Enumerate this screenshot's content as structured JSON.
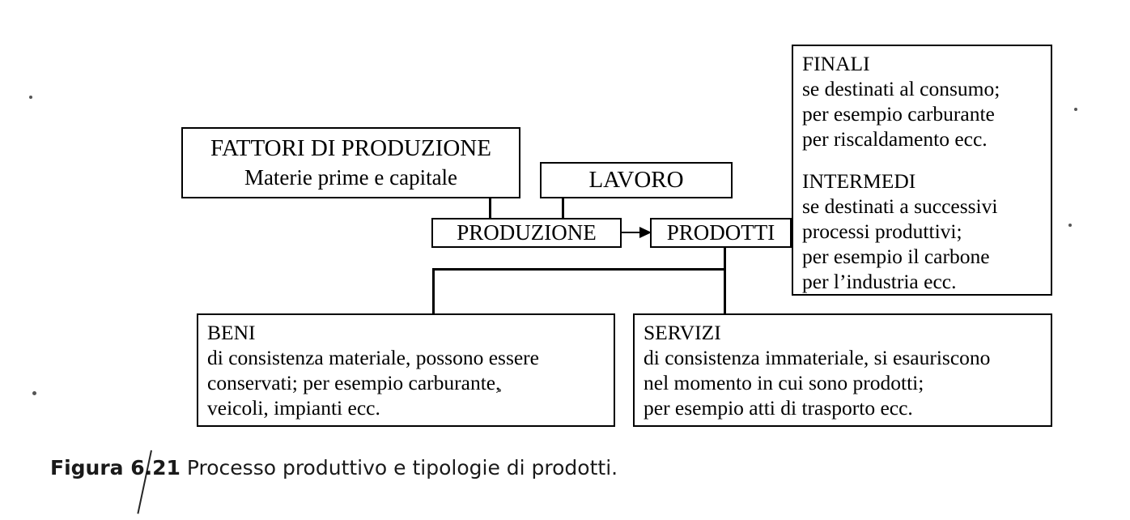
{
  "figure": {
    "caption_label": "Figura 6.21",
    "caption_text": " Processo produttivo e tipologie di prodotti."
  },
  "nodes": {
    "fattori": {
      "title": "FATTORI DI PRODUZIONE",
      "subtitle": "Materie prime e capitale"
    },
    "lavoro": {
      "title": "LAVORO"
    },
    "produzione": {
      "title": "PRODUZIONE"
    },
    "prodotti": {
      "title": "PRODOTTI"
    },
    "tipologie": {
      "finali": {
        "title": "FINALI",
        "line1": "se destinati al consumo;",
        "line2": "per esempio carburante",
        "line3": "per riscaldamento ecc."
      },
      "intermedi": {
        "title": "INTERMEDI",
        "line1": "se destinati a successivi",
        "line2": "processi produttivi;",
        "line3": "per esempio il carbone",
        "line4": "per l’industria ecc."
      }
    },
    "beni": {
      "title": "BENI",
      "line1": "di consistenza materiale, possono essere",
      "line2": "conservati; per esempio carburante,",
      "line3": "veicoli, impianti ecc."
    },
    "servizi": {
      "title": "SERVIZI",
      "line1": "di consistenza immateriale, si esauriscono",
      "line2": "nel momento in cui sono prodotti;",
      "line3": "per esempio atti di trasporto ecc."
    }
  },
  "colors": {
    "stroke": "#000000",
    "background": "#ffffff",
    "text": "#000000"
  }
}
